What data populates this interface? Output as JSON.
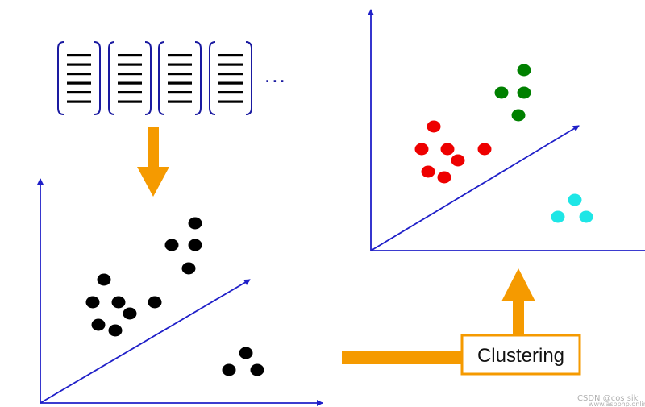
{
  "ellipsis": "...",
  "clustering_label": "Clustering",
  "watermark": "CSDN @cos sik",
  "watermark_site": "www.aspphp.online",
  "colors": {
    "axis": "#1f1fc8",
    "arrow": "#f59a00",
    "bracket": "#1a1aa0",
    "doc_lines": "#000000",
    "unclustered_points": "#000000",
    "cluster_red": "#ee0000",
    "cluster_green": "#008000",
    "cluster_cyan": "#1ee6e6",
    "label_border": "#f59a00",
    "label_text": "#111111",
    "watermark": "#b0b0b0"
  },
  "documents": {
    "count": 4,
    "icon": "document-lines-icon"
  },
  "panels": {
    "input": {
      "cluster_assignment": false,
      "points": 14
    },
    "output": {
      "clusters": [
        {
          "color": "red",
          "points": 7
        },
        {
          "color": "green",
          "points": 4
        },
        {
          "color": "cyan",
          "points": 3
        }
      ]
    }
  }
}
